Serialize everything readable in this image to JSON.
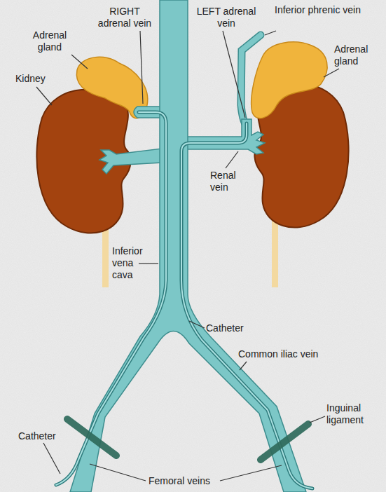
{
  "diagram": {
    "labels": [
      "RIGHT adrenal vein",
      "LEFT adrenal vein",
      "Inferior phrenic vein",
      "Adrenal gland",
      "Adrenal gland",
      "Kidney",
      "Renal vein",
      "Inferior vena cava",
      "Catheter",
      "Common iliac vein",
      "Inguinal ligament",
      "Catheter",
      "Femoral veins"
    ]
  }
}
